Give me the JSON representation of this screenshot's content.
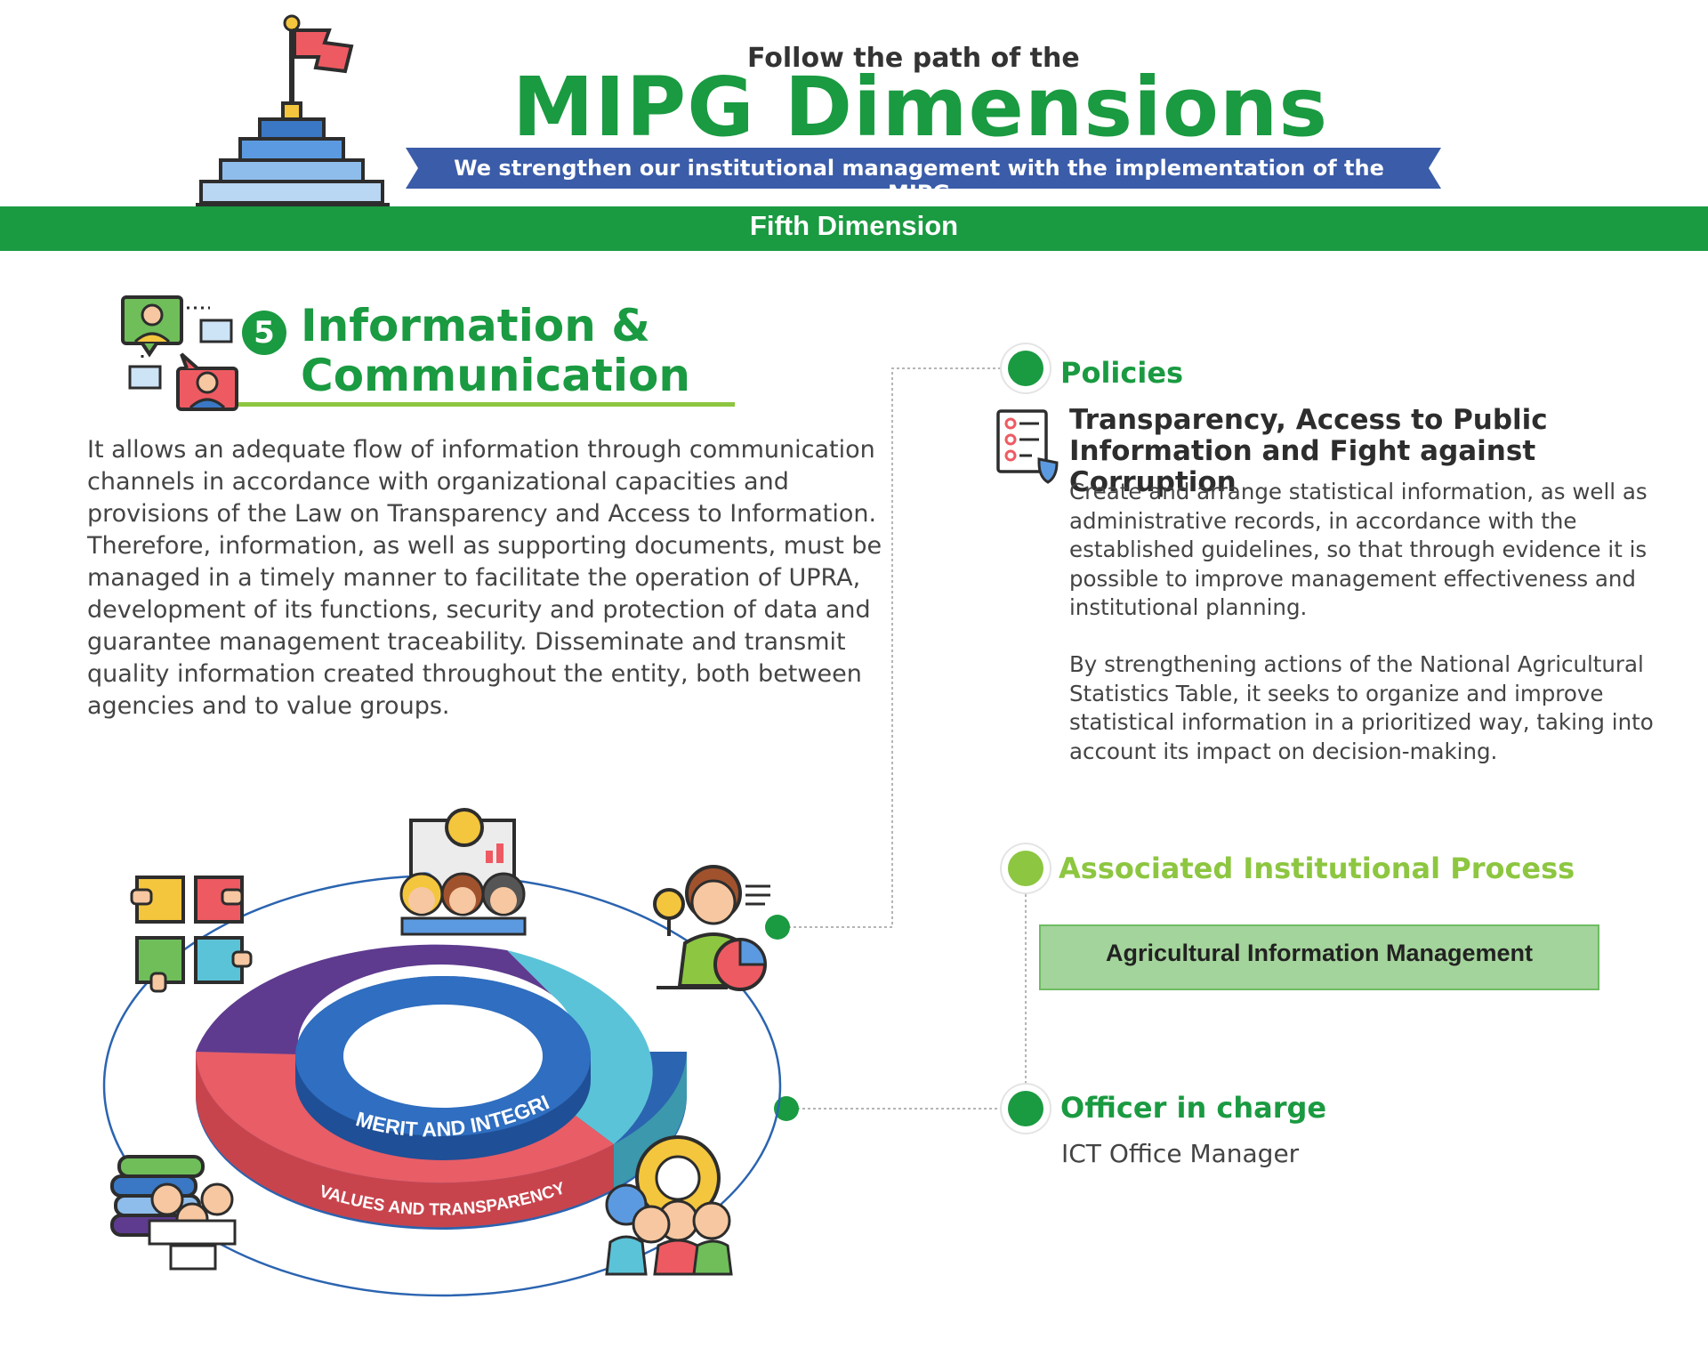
{
  "header": {
    "intro": "Follow the path of the",
    "title": "MIPG Dimensions",
    "ribbon": "We strengthen our institutional management with the implementation of the MIPG"
  },
  "dimension_bar": "Fifth Dimension",
  "section": {
    "number": "5",
    "title_line1": "Information &",
    "title_line2": "Communication",
    "description": "It allows an adequate flow of information through communication channels in accordance with organizational capacities and provisions of the Law on Transparency and Access to Information. Therefore, information, as well as supporting documents, must be managed in a timely manner to facilitate the operation of UPRA, development of its functions, security and protection of data and guarantee management traceability. Disseminate and transmit quality information created throughout the entity, both between agencies and to value groups."
  },
  "ring": {
    "inner_label": "MERIT AND INTEGRITY",
    "outer_label": "VALUES AND TRANSPARENCY",
    "colors": {
      "purple": "#5e3b8f",
      "cyan": "#5bc3d8",
      "red": "#e85d66",
      "blue": "#2b64b0"
    }
  },
  "policies": {
    "label": "Policies",
    "heading": "Transparency, Access to Public Information and Fight against Corruption",
    "paragraph1": "Create and arrange statistical information, as well as administrative records, in accordance with the established guidelines, so that through evidence it is possible to improve management effectiveness and institutional planning.",
    "paragraph2": "By strengthening actions of the National Agricultural Statistics Table, it seeks to organize and improve statistical information in a prioritized way, taking into account its impact on decision-making."
  },
  "process": {
    "label": "Associated Institutional Process",
    "value": "Agricultural Information Management"
  },
  "officer": {
    "label": "Officer in charge",
    "value": "ICT Office Manager"
  },
  "icons": [
    "pyramid-flag-icon",
    "chat-people-icon",
    "checklist-shield-icon",
    "presentation-team-icon",
    "puzzle-hands-icon",
    "data-analyst-icon",
    "books-team-icon",
    "gear-team-icon"
  ],
  "colors": {
    "brand_green": "#1a9a41",
    "light_green": "#8dc640",
    "ribbon_blue": "#3b5ca8"
  }
}
